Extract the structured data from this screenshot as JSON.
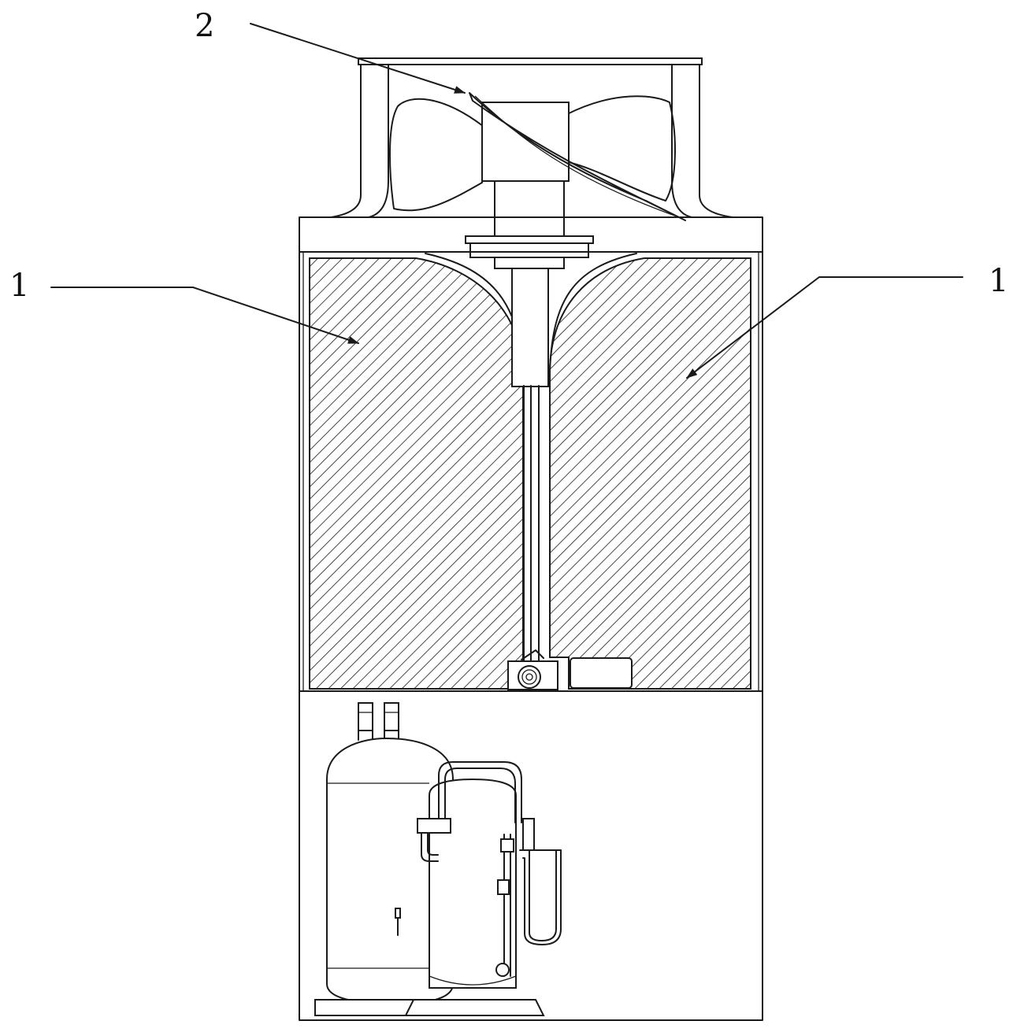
{
  "labels": {
    "fan": "2",
    "heat_exchanger_left": "1",
    "heat_exchanger_right": "1"
  },
  "colors": {
    "line": "#1a1a1a",
    "background": "#ffffff"
  }
}
